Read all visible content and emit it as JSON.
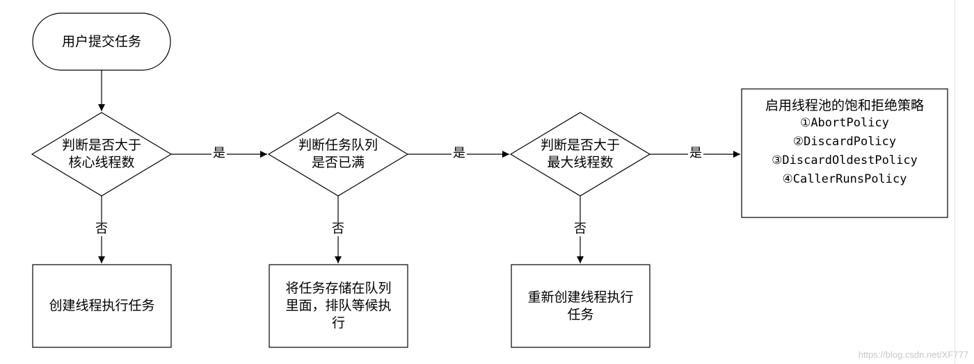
{
  "start": {
    "label": "用户提交任务"
  },
  "decisions": [
    {
      "label_line1": "判断是否大于",
      "label_line2": "核心线程数"
    },
    {
      "label_line1": "判断任务队列",
      "label_line2": "是否已满"
    },
    {
      "label_line1": "判断是否大于",
      "label_line2": "最大线程数"
    }
  ],
  "yes_label": "是",
  "no_label": "否",
  "actions": [
    {
      "lines": [
        "创建线程执行任务"
      ]
    },
    {
      "lines": [
        "将任务存储在队列",
        "里面，排队等候执",
        "行"
      ]
    },
    {
      "lines": [
        "重新创建线程执行",
        "任务"
      ]
    }
  ],
  "policy": {
    "title": "启用线程池的饱和拒绝策略",
    "items": [
      "①AbortPolicy",
      "②DiscardPolicy",
      "③DiscardOldestPolicy",
      "④CallerRunsPolicy"
    ]
  },
  "watermark": "https://blog.csdn.net/XF777"
}
